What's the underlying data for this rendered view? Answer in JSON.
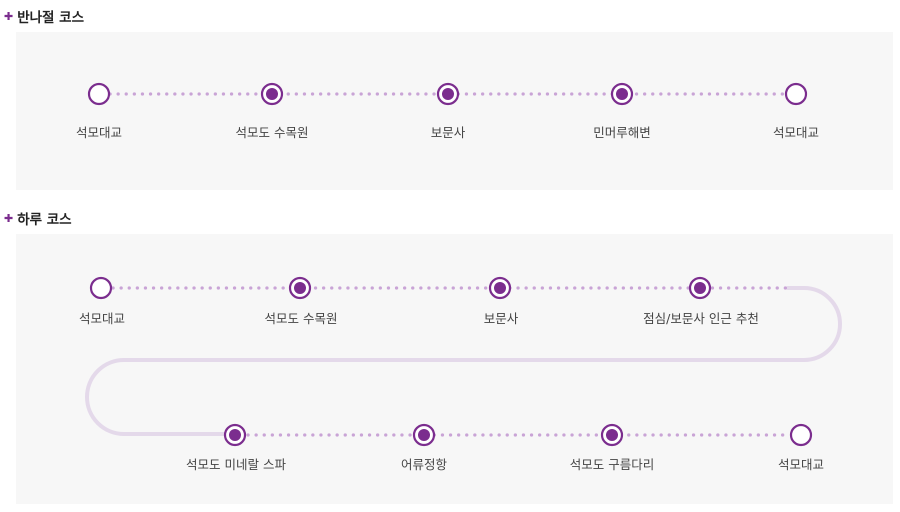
{
  "sections": [
    {
      "title": "반나절 코스",
      "stops": [
        {
          "label": "석모대교",
          "type": "endpoint"
        },
        {
          "label": "석모도 수목원",
          "type": "stop"
        },
        {
          "label": "보문사",
          "type": "stop"
        },
        {
          "label": "민머루해변",
          "type": "stop"
        },
        {
          "label": "석모대교",
          "type": "endpoint"
        }
      ]
    },
    {
      "title": "하루 코스",
      "stops": [
        {
          "label": "석모대교",
          "type": "endpoint"
        },
        {
          "label": "석모도 수목원",
          "type": "stop"
        },
        {
          "label": "보문사",
          "type": "stop"
        },
        {
          "label": "점심/보문사 인근 추천",
          "type": "stop"
        },
        {
          "label": "석모도 미네랄 스파",
          "type": "stop"
        },
        {
          "label": "어류정항",
          "type": "stop"
        },
        {
          "label": "석모도 구름다리",
          "type": "stop"
        },
        {
          "label": "석모대교",
          "type": "endpoint"
        }
      ]
    }
  ],
  "colors": {
    "accent": "#7b2d8e",
    "dots": "#c9a4d6",
    "connector": "#e4d9ea",
    "panel_bg": "#f7f7f7"
  }
}
